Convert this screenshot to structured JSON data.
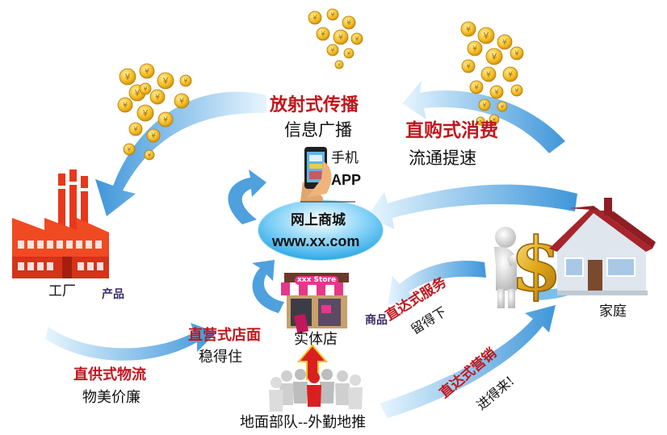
{
  "colors": {
    "arrow_light": "#bfe3fb",
    "arrow_dark": "#1d7fcf",
    "label_red": "#c0161d",
    "factory_red": "#e8381b",
    "coin_gold": "#f2b51d",
    "house_roof": "#a8242c"
  },
  "labels": {
    "radiate_broadcast": "放射式传播",
    "info_broadcast": "信息广播",
    "direct_consume": "直购式消费",
    "fast_flow": "流通提速",
    "phone_label": "手机",
    "app_label": "APP",
    "online_mall": "网上商城",
    "mall_url": "www.xx.com",
    "factory": "工厂",
    "product_left": "产品",
    "store_sign": "xxx Store",
    "physical_store": "实体店",
    "product_right": "商品",
    "direct_service": "直达式服务",
    "keep_down": "留得下",
    "home": "家庭",
    "direct_store": "直营式店面",
    "steady": "稳得住",
    "direct_logistics": "直供式物流",
    "good_cheap": "物美价廉",
    "direct_marketing": "直达式营销",
    "come_in": "进得来!",
    "ground_team": "地面部队--外勤地推"
  },
  "icons": [
    "factory-icon",
    "coin-cluster-icon",
    "smartphone-icon",
    "storefront-icon",
    "people-team-icon",
    "dollar-man-icon",
    "house-icon",
    "up-arrow-icon"
  ]
}
